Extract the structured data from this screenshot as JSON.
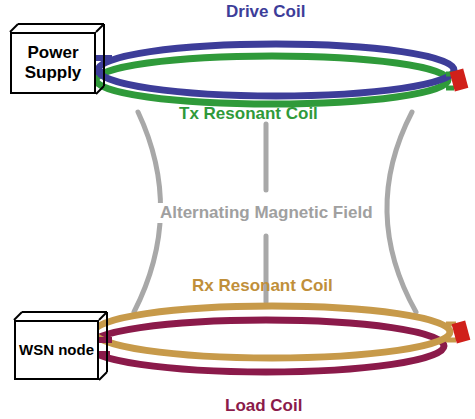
{
  "diagram": {
    "nodes": [
      {
        "text": [
          "Power Supply"
        ]
      },
      {
        "text": [
          "WSN node"
        ]
      }
    ],
    "labels": [
      "Drive Coil",
      "Tx Resonant Coil",
      "Alternating Magnetic Field",
      "Rx Resonant Coil",
      "Load Coil"
    ]
  }
}
